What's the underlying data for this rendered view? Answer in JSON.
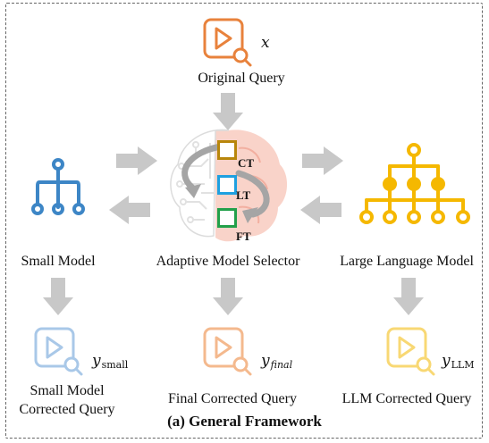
{
  "input": {
    "label": "Original Query",
    "var": "x"
  },
  "selector": {
    "label": "Adaptive Model Selector",
    "boxes": [
      {
        "label": "CT",
        "color": "#b8860b"
      },
      {
        "label": "LT",
        "color": "#1ea0e0"
      },
      {
        "label": "FT",
        "color": "#22a04a"
      }
    ]
  },
  "small": {
    "label": "Small Model",
    "output_label_line1": "Small Model",
    "output_label_line2": "Corrected Query",
    "var": "y",
    "sub": "small",
    "color": "#3d86c6",
    "light": "#a9c8e8"
  },
  "large": {
    "label": "Large Language Model",
    "output_label": "LLM Corrected Query",
    "var": "y",
    "sub": "LLM",
    "color": "#f5b800",
    "light": "#f8d874"
  },
  "final": {
    "output_label": "Final Corrected Query",
    "var": "y",
    "sub": "final",
    "light": "#f4b98e"
  },
  "caption": "(a) General Framework",
  "colors": {
    "arrow": "#c8c8c8",
    "query_icon": "#e8823c",
    "brain": "#f7c4b7"
  }
}
